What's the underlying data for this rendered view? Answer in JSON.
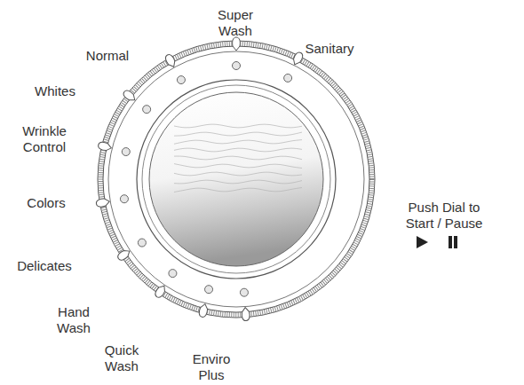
{
  "diagram": {
    "labels": [
      "Normal",
      "Super Wash",
      "Sanitary",
      "Whites",
      "Wrinkle Control",
      "Colors",
      "Delicates",
      "Hand Wash",
      "Quick Wash",
      "Enviro Plus",
      "Push Dial to Start / Pause"
    ]
  }
}
